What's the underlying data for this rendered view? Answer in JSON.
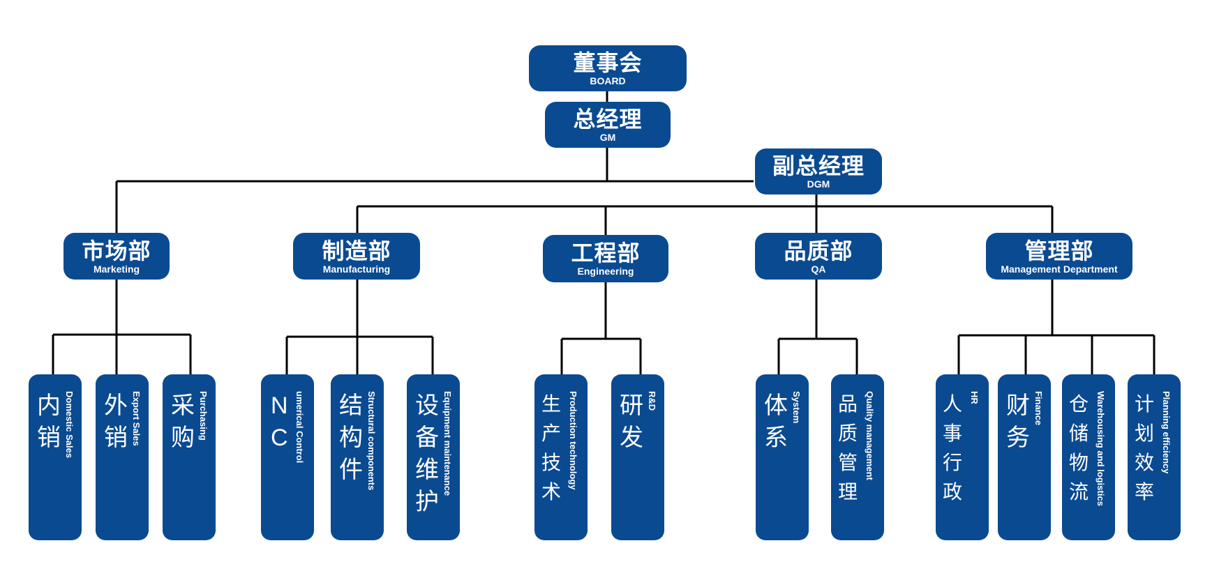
{
  "colors": {
    "box": "#0a4a91",
    "line": "#000000",
    "text": "#ffffff"
  },
  "board": {
    "zh": "董事会",
    "en": "BOARD"
  },
  "gm": {
    "zh": "总经理",
    "en": "GM"
  },
  "dgm": {
    "zh": "副总经理",
    "en": "DGM"
  },
  "departments": [
    {
      "zh": "市场部",
      "en": "Marketing",
      "units": [
        {
          "zh": "内销",
          "en": "Domestic Sales"
        },
        {
          "zh": "外销",
          "en": "Export Sales"
        },
        {
          "zh": "采购",
          "en": "Purchasing"
        }
      ]
    },
    {
      "zh": "制造部",
      "en": "Manufacturing",
      "units": [
        {
          "zh": "N\nC",
          "en": "umerical Control"
        },
        {
          "zh": "结构件",
          "en": "Structural components"
        },
        {
          "zh": "设备维护",
          "en": "Equipment maintenance"
        }
      ]
    },
    {
      "zh": "工程部",
      "en": "Engineering",
      "units": [
        {
          "zh": "生产技术",
          "en": "Production technology"
        },
        {
          "zh": "研发",
          "en": "R&D"
        }
      ]
    },
    {
      "zh": "品质部",
      "en": "QA",
      "units": [
        {
          "zh": "体系",
          "en": "System"
        },
        {
          "zh": "品质管理",
          "en": "Quality management"
        }
      ]
    },
    {
      "zh": "管理部",
      "en": "Management Department",
      "units": [
        {
          "zh": "人事行政",
          "en": "HR"
        },
        {
          "zh": "财务",
          "en": "Finance"
        },
        {
          "zh": "仓储物流",
          "en": "Warehousing and logistics"
        },
        {
          "zh": "计划效率",
          "en": "Planning efficiency"
        }
      ]
    }
  ]
}
